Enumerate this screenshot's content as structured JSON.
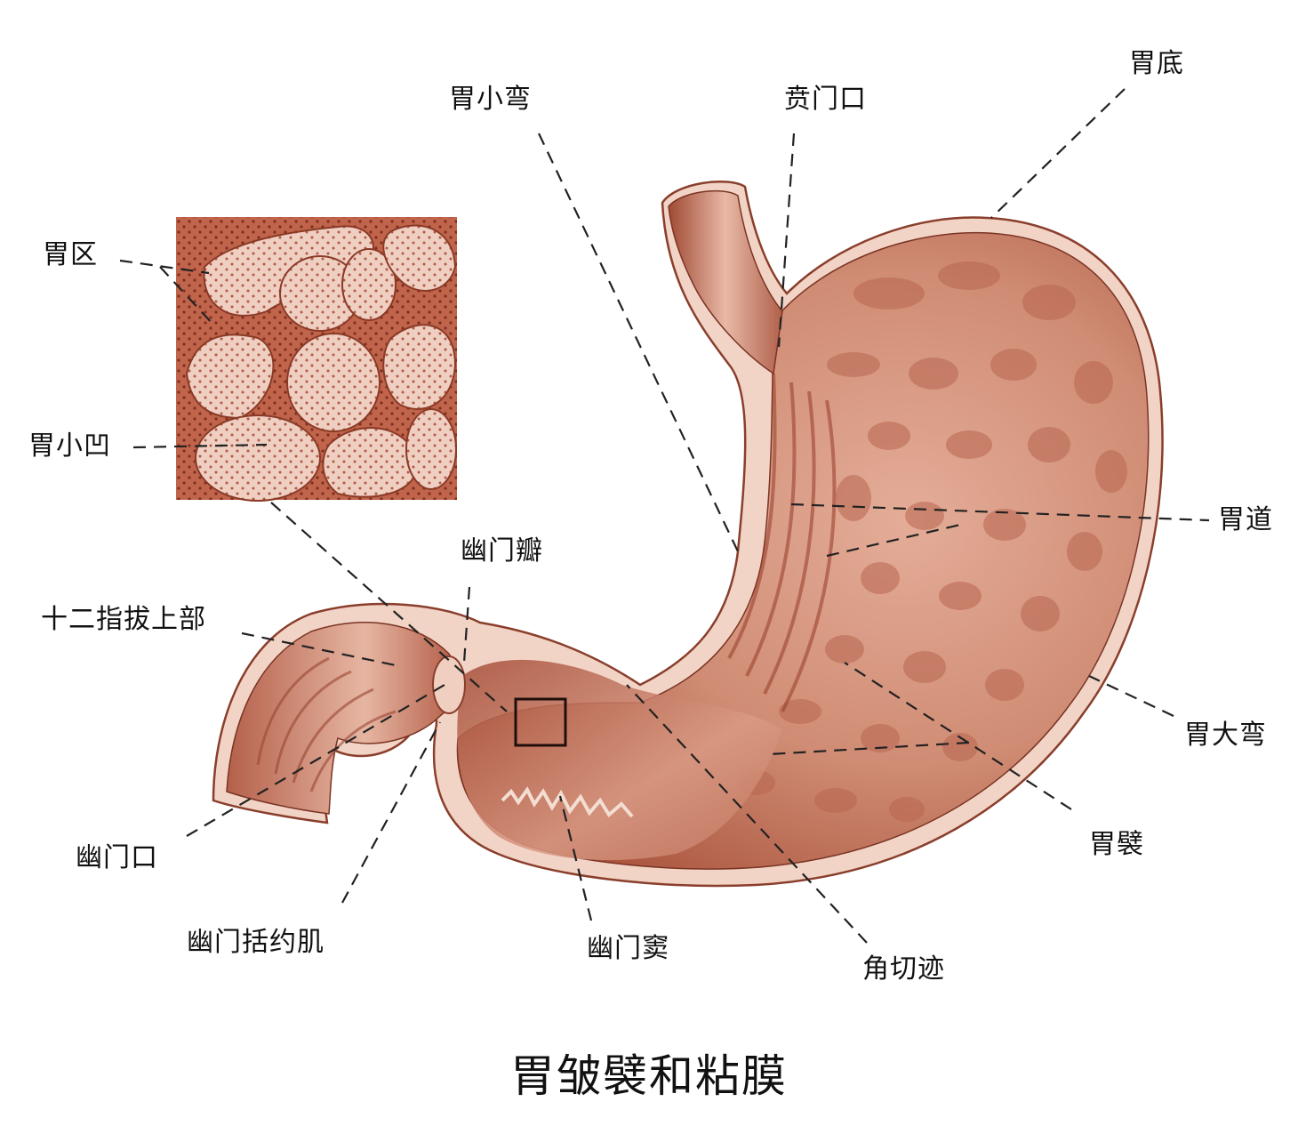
{
  "figure": {
    "title": "胃皱襞和粘膜",
    "colors": {
      "mucosa_dark": "#a8503a",
      "mucosa_mid": "#c87a62",
      "mucosa_light": "#e8b8a4",
      "wall_edge": "#f3d8cc",
      "outline": "#7a3424",
      "leader_line": "#222222",
      "background": "#ffffff"
    }
  },
  "labels": {
    "lesser_curvature": "胃小弯",
    "cardiac_orifice": "贲门口",
    "fundus": "胃底",
    "gastric_areas": "胃区",
    "gastric_pits": "胃小凹",
    "gastric_canal": "胃道",
    "pyloric_valve": "幽门瓣",
    "duodenum_superior": "十二指拔上部",
    "greater_curvature": "胃大弯",
    "gastric_folds": "胃襞",
    "pyloric_orifice": "幽门口",
    "pyloric_sphincter": "幽门括约肌",
    "pyloric_antrum": "幽门窦",
    "angular_incisure": "角切迹"
  },
  "inset": {
    "description": "magnified mucosa detail",
    "marker": "square-marker"
  }
}
